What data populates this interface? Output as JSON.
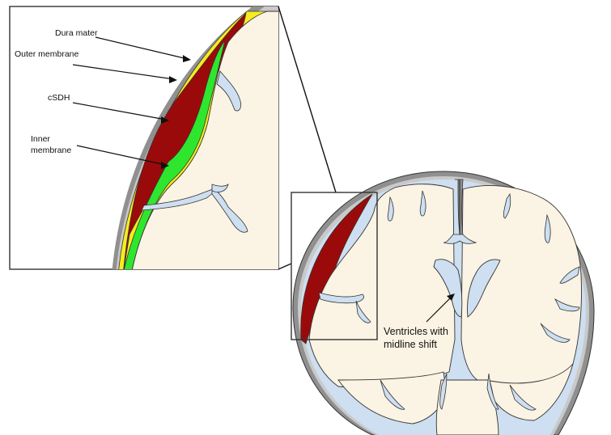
{
  "labels": {
    "dura_mater": "Dura mater",
    "outer_membrane": "Outer membrane",
    "csdh": "cSDH",
    "inner_membrane_line1": "Inner",
    "inner_membrane_line2": "membrane",
    "ventricles_line1": "Ventricles with",
    "ventricles_line2": "midline shift"
  },
  "colors": {
    "brain_tissue": "#fbf3e3",
    "skull": "#909090",
    "dura": "#c9c9c9",
    "csf": "#cddff0",
    "hematoma": "#9b0a0a",
    "outer_membrane": "#f7ec1f",
    "inner_membrane": "#2fe62f",
    "outline": "#333333"
  }
}
